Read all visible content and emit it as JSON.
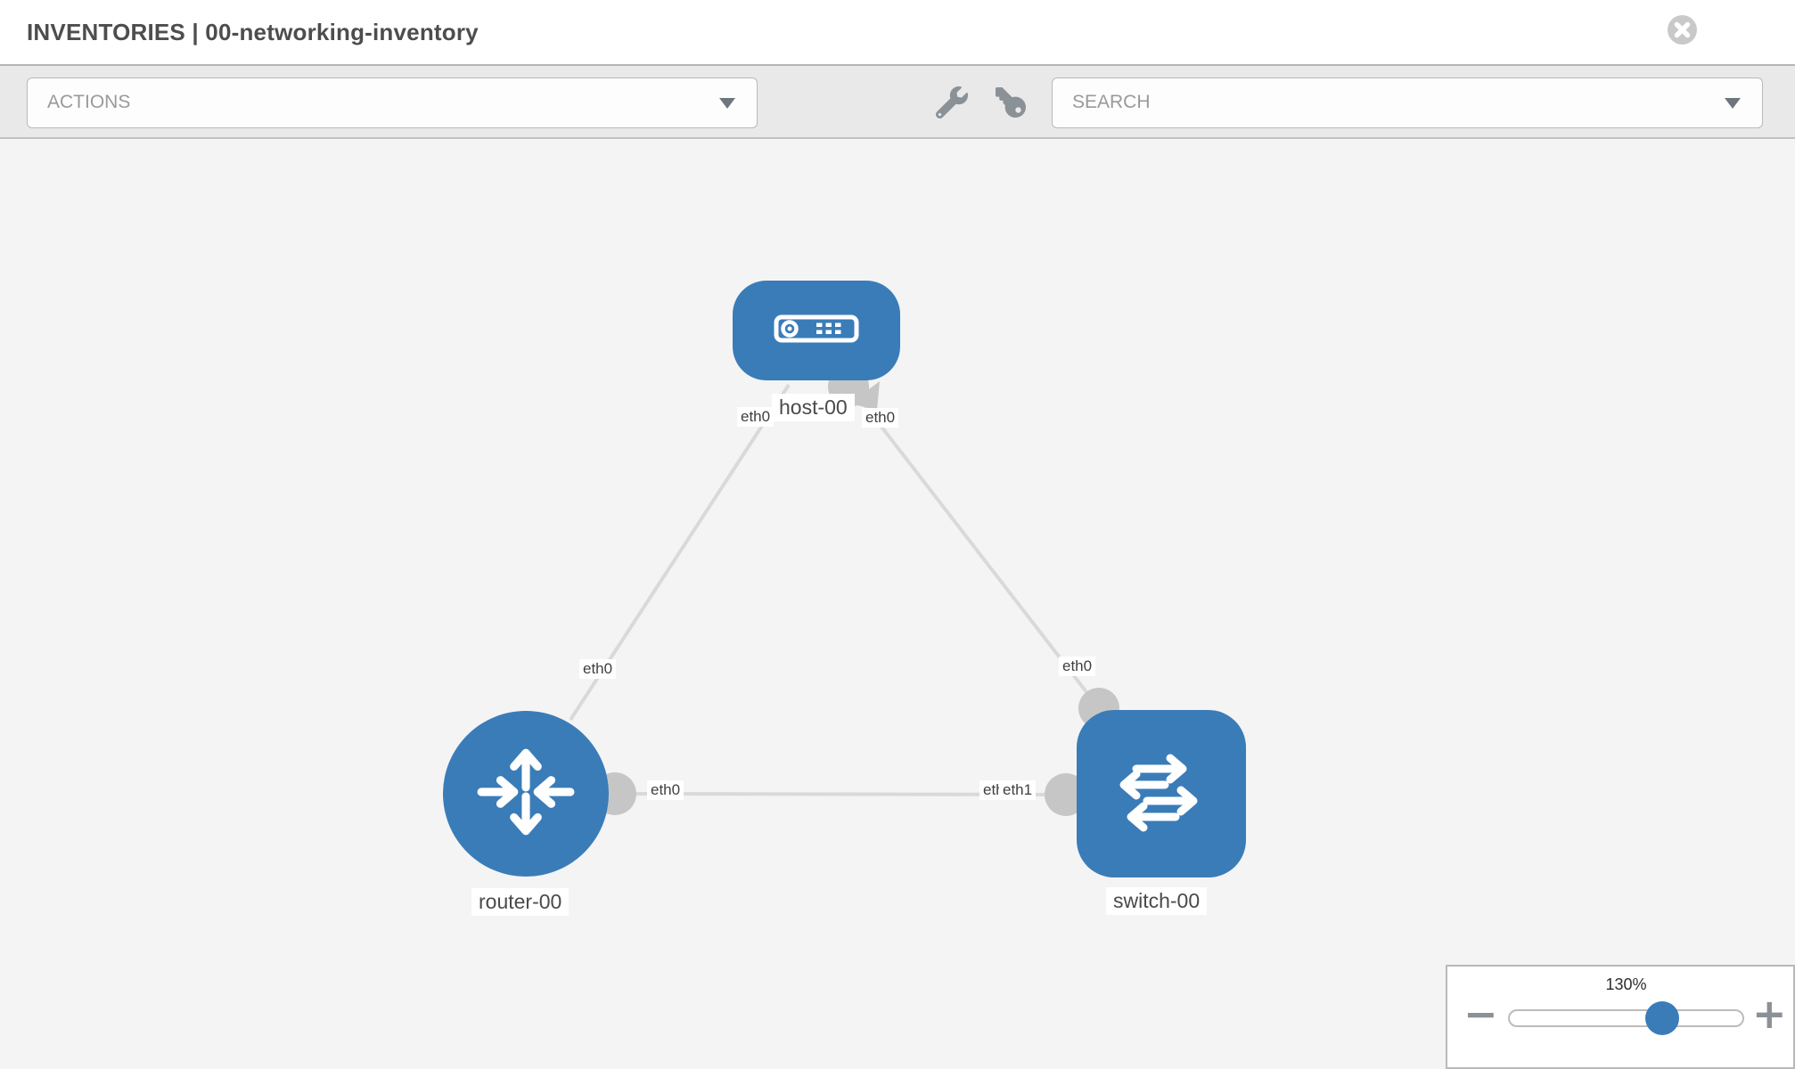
{
  "header": {
    "title": "INVENTORIES | 00-networking-inventory"
  },
  "toolbar": {
    "actions_label": "ACTIONS",
    "search_label": "SEARCH"
  },
  "topology": {
    "nodes": [
      {
        "name": "host-00",
        "type": "host"
      },
      {
        "name": "router-00",
        "type": "router"
      },
      {
        "name": "switch-00",
        "type": "switch"
      }
    ],
    "links": [
      {
        "from": "host-00",
        "from_interface": "eth0",
        "to": "router-00",
        "to_interface": "eth0"
      },
      {
        "from": "host-00",
        "from_interface": "eth0",
        "to": "switch-00",
        "to_interface": "eth0"
      },
      {
        "from": "router-00",
        "from_interface": "eth0",
        "to": "switch-00",
        "to_interface": "eth1"
      }
    ],
    "labels": {
      "switch_if_left_under": "eth0"
    }
  },
  "zoom_control": {
    "value": "130%",
    "minus_label": "−",
    "plus_label": "+"
  },
  "colors": {
    "node_blue": "#3a7cb8",
    "link_gray": "#d9d9d9",
    "dot_gray": "#c6c6c6",
    "toolbar_bg": "#e9e9e9",
    "canvas_bg": "#f4f4f4"
  },
  "icons": {
    "close": "times-circle-icon",
    "tools": "wrench-icon",
    "credentials": "key-icon",
    "dropdown": "chevron-down-icon",
    "host": "server-icon",
    "router": "router-arrows-icon",
    "switch": "switch-arrows-icon"
  }
}
